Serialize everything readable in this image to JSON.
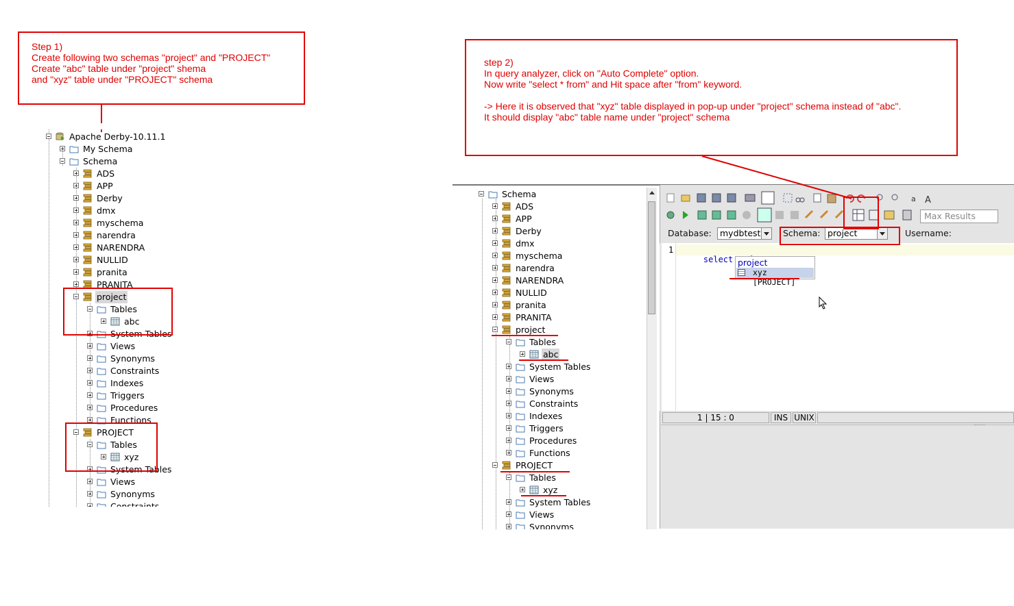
{
  "step1": {
    "lines": [
      "Step 1)",
      "Create following two schemas \"project\" and \"PROJECT\"",
      "Create \"abc\" table under \"project\" shema",
      "and \"xyz\" table under \"PROJECT\" schema"
    ]
  },
  "step2": {
    "lines": [
      "step 2)",
      "In query analyzer, click on \"Auto Complete\" option.",
      "Now write \"select * from\" and Hit space after \"from\" keyword."
    ],
    "lines2": [
      "-> Here it is observed that \"xyz\" table displayed in pop-up under \"project\" schema instead of \"abc\".",
      "It should display \"abc\" table name under \"project\" schema"
    ]
  },
  "left_tree": {
    "root": "Apache Derby-10.11.1",
    "my_schema": "My Schema",
    "schema": "Schema",
    "schemas": [
      "ADS",
      "APP",
      "Derby",
      "dmx",
      "myschema",
      "narendra",
      "NARENDRA",
      "NULLID",
      "pranita",
      "PRANITA"
    ],
    "project_lower": "project",
    "tables": "Tables",
    "abc": "abc",
    "folders_lower": [
      "System Tables",
      "Views",
      "Synonyms",
      "Constraints",
      "Indexes",
      "Triggers",
      "Procedures",
      "Functions"
    ],
    "project_upper": "PROJECT",
    "xyz": "xyz",
    "folders_upper": [
      "System Tables",
      "Views",
      "Synonyms",
      "Constraints"
    ]
  },
  "right_tree": {
    "schema": "Schema",
    "schemas": [
      "ADS",
      "APP",
      "Derby",
      "dmx",
      "myschema",
      "narendra",
      "NARENDRA",
      "NULLID",
      "pranita",
      "PRANITA"
    ],
    "project_lower": "project",
    "tables": "Tables",
    "abc": "abc",
    "folders_lower": [
      "System Tables",
      "Views",
      "Synonyms",
      "Constraints",
      "Indexes",
      "Triggers",
      "Procedures",
      "Functions"
    ],
    "project_upper": "PROJECT",
    "xyz": "xyz",
    "folders_upper": [
      "System Tables",
      "Views",
      "Synonyms"
    ]
  },
  "query": {
    "database_label": "Database:",
    "database_value": "mydbtest",
    "schema_label": "Schema:",
    "schema_value": "project",
    "username_label": "Username:",
    "max_results_placeholder": "Max Results",
    "line_number": "1",
    "code_kw1": "select",
    "code_star": "*",
    "code_kw2": "from",
    "popup_header": "project",
    "popup_item": "xyz [PROJECT]",
    "status_pos": "1 | 15 : 0",
    "status_ins": "INS",
    "status_eol": "UNIX",
    "font_small": "a",
    "font_large": "A"
  },
  "colors": {
    "annotation": "#e00000",
    "keyword": "#0000c0",
    "popup_header": "#0000c0"
  },
  "icons": [
    "schema-icon",
    "folder-icon",
    "table-icon",
    "database-icon",
    "mouse-cursor-icon"
  ]
}
